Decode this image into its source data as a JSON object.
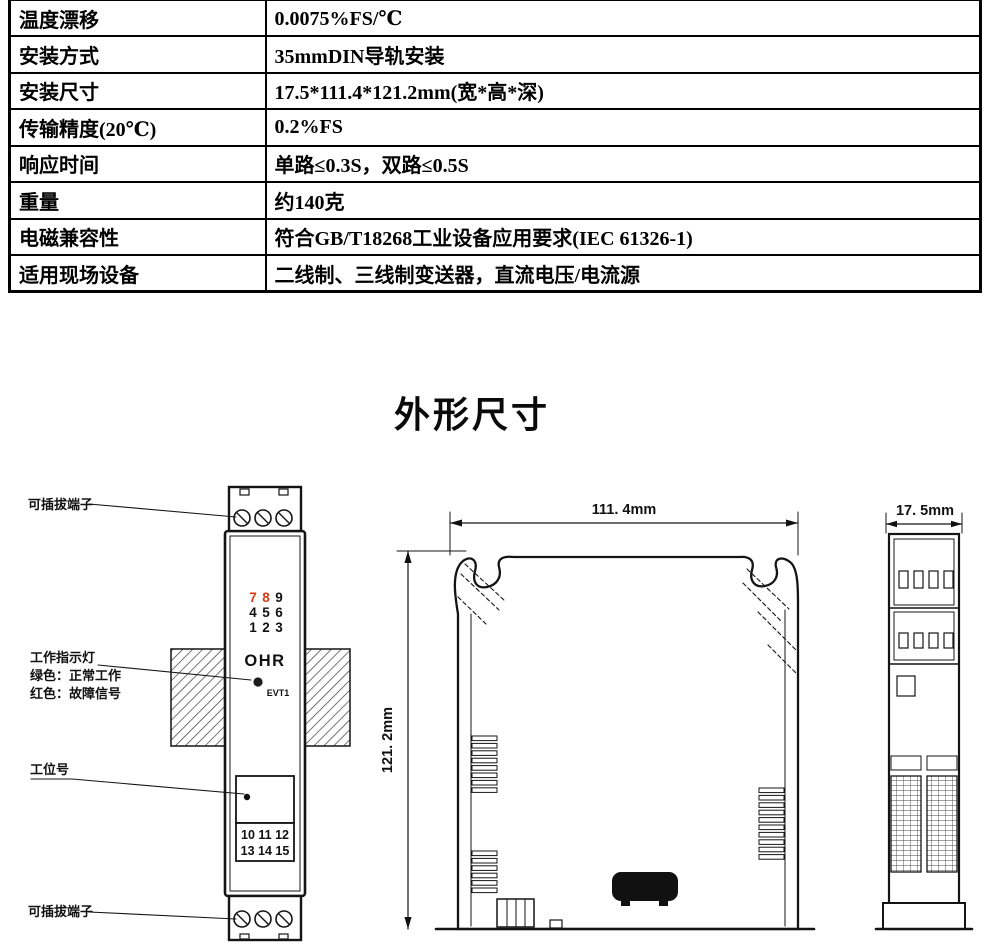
{
  "table": {
    "rows": [
      {
        "label": "温度漂移",
        "value": "0.0075%FS/℃"
      },
      {
        "label": "安装方式",
        "value": "35mmDIN导轨安装"
      },
      {
        "label": "安装尺寸",
        "value": "17.5*111.4*121.2mm(宽*高*深)"
      },
      {
        "label": "传输精度(20℃)",
        "value": "0.2%FS"
      },
      {
        "label": "响应时间",
        "value": "单路≤0.3S，双路≤0.5S"
      },
      {
        "label": "重量",
        "value": "约140克"
      },
      {
        "label": "电磁兼容性",
        "value": "符合GB/T18268工业设备应用要求(IEC 61326-1)"
      },
      {
        "label": "适用现场设备",
        "value": "二线制、三线制变送器，直流电压/电流源"
      }
    ]
  },
  "section_title": "外形尺寸",
  "front_view": {
    "label_top_terminal": "可插拔端子",
    "label_indicator_1": "工作指示灯",
    "label_indicator_2": "绿色：正常工作",
    "label_indicator_3": "红色：故障信号",
    "label_station": "工位号",
    "label_bottom_terminal": "可插拔端子",
    "brand": "OHR",
    "led_label": "EVT1",
    "terminals_top": [
      [
        "7",
        "8",
        "9"
      ],
      [
        "4",
        "5",
        "6"
      ],
      [
        "1",
        "2",
        "3"
      ]
    ],
    "terminals_bottom": [
      "10 11 12",
      "13 14 15"
    ]
  },
  "dimensions": {
    "width": "111. 4mm",
    "height": "121. 2mm",
    "depth": "17. 5mm"
  },
  "colors": {
    "accent_red": "#d63c16",
    "line": "#141414"
  }
}
